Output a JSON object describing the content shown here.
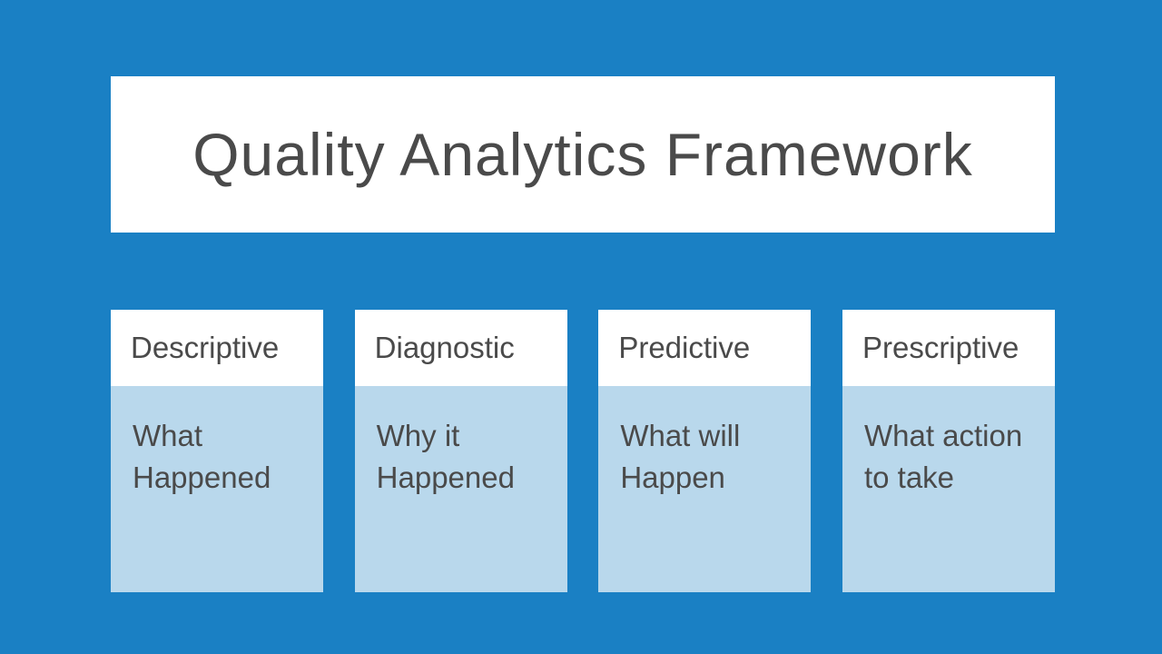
{
  "slide": {
    "title": "Quality Analytics Framework",
    "columns": [
      {
        "header": "Descriptive",
        "body_line1": "What",
        "body_line2": "Happened"
      },
      {
        "header": "Diagnostic",
        "body_line1": "Why it",
        "body_line2": "Happened"
      },
      {
        "header": "Predictive",
        "body_line1": "What will",
        "body_line2": "Happen"
      },
      {
        "header": "Prescriptive",
        "body_line1": "What action",
        "body_line2": "to take"
      }
    ],
    "colors": {
      "background": "#1A80C4",
      "panel": "#FFFFFF",
      "card_body": "#B9D8EC",
      "text": "#4A4A4A"
    }
  }
}
